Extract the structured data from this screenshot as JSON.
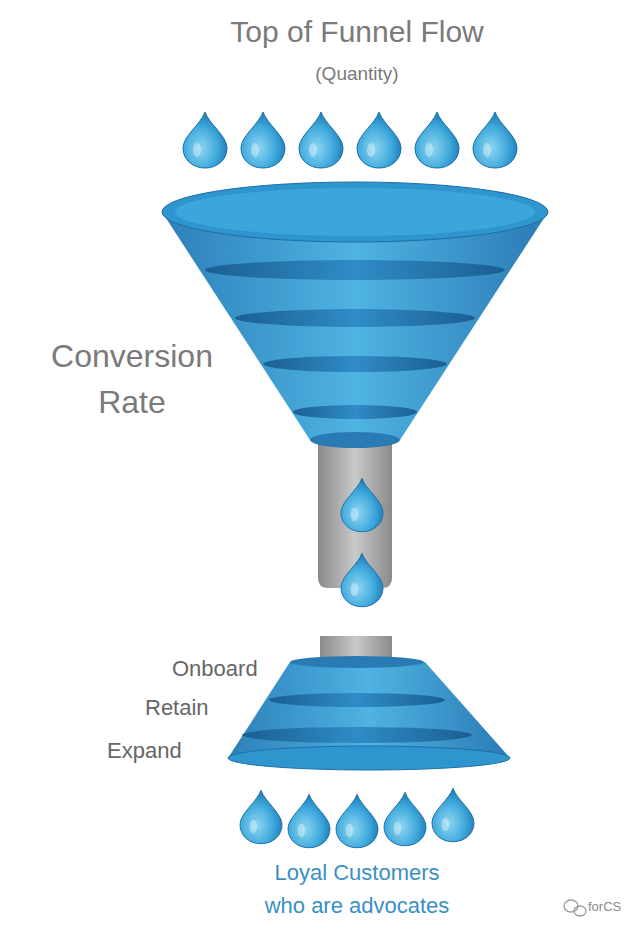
{
  "diagram": {
    "title": "Top of Funnel Flow",
    "labels": [
      "(Quantity)",
      "Conversion Rate",
      "Onboard",
      "Retain",
      "Expand",
      "Loyal Customers who are advocates",
      "forCS"
    ]
  }
}
